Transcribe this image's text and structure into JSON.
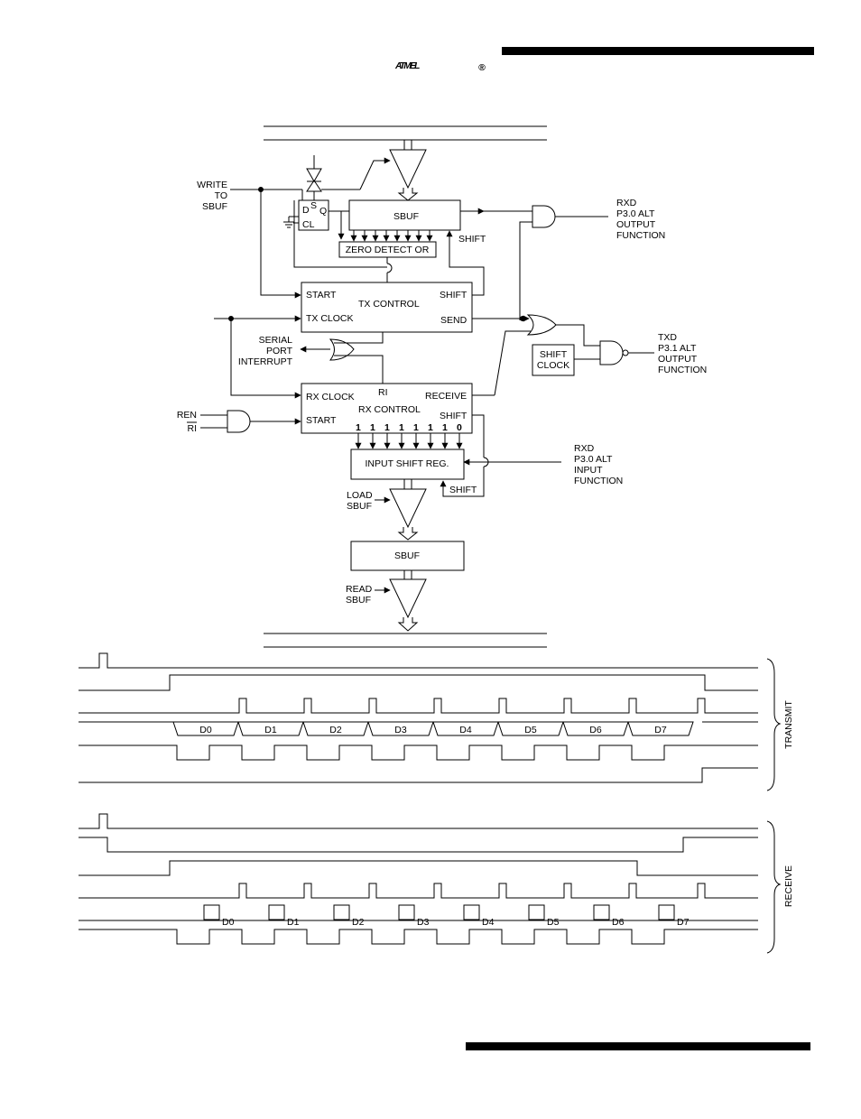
{
  "header": {
    "logo_text": "ATMEL",
    "logo_mark": "®"
  },
  "block_diagram": {
    "write_to_sbuf": [
      "WRITE",
      "TO",
      "SBUF"
    ],
    "dff": {
      "d": "D",
      "s": "S",
      "q": "Q",
      "cl": "CL"
    },
    "sbuf_tx": "SBUF",
    "shift_label_tx": "SHIFT",
    "zero_detector": "ZERO DETECT OR",
    "rxd_output": [
      "RXD",
      "P3.0 ALT",
      "OUTPUT",
      "FUNCTION"
    ],
    "tx_control": {
      "start": "START",
      "title": "TX CONTROL",
      "shift": "SHIFT",
      "tx_clock": "TX CLOCK",
      "send": "SEND"
    },
    "serial_port_interrupt": [
      "SERIAL",
      "PORT",
      "INTERRUPT"
    ],
    "shift_clock": [
      "SHIFT",
      "CLOCK"
    ],
    "txd_output": [
      "TXD",
      "P3.1 ALT",
      "OUTPUT",
      "FUNCTION"
    ],
    "rx_control": {
      "rx_clock": "RX CLOCK",
      "ri": "RI",
      "receive": "RECEIVE",
      "title": "RX CONTROL",
      "start": "START",
      "shift": "SHIFT",
      "bits": [
        "1",
        "1",
        "1",
        "1",
        "1",
        "1",
        "1",
        "0"
      ]
    },
    "ren": "REN",
    "ri_bar": "RI",
    "input_shift_reg": "INPUT SHIFT REG.",
    "rxd_input": [
      "RXD",
      "P3.0 ALT",
      "INPUT",
      "FUNCTION"
    ],
    "shift_label_rx": "SHIFT",
    "load_sbuf": [
      "LOAD",
      "SBUF"
    ],
    "sbuf_rx": "SBUF",
    "read_sbuf": [
      "READ",
      "SBUF"
    ]
  },
  "timing": {
    "transmit_label": "TRANSMIT",
    "receive_label": "RECEIVE",
    "tx_data": [
      "D0",
      "D1",
      "D2",
      "D3",
      "D4",
      "D5",
      "D6",
      "D7"
    ],
    "rx_data": [
      "D0",
      "D1",
      "D2",
      "D3",
      "D4",
      "D5",
      "D6",
      "D7"
    ]
  }
}
